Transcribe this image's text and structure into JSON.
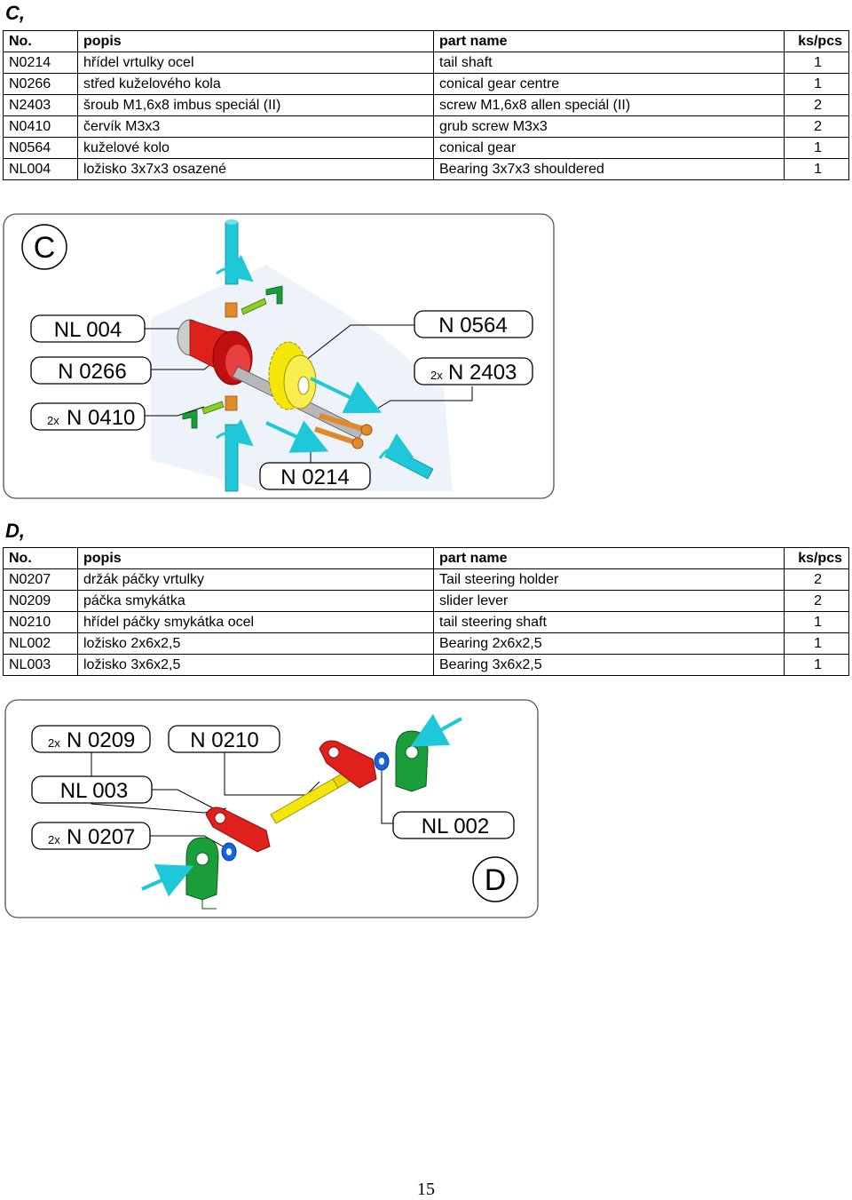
{
  "section_c": {
    "title": "C,",
    "headers": {
      "no": "No.",
      "popis": "popis",
      "part_name": "part name",
      "qty": "ks/pcs"
    },
    "rows": [
      {
        "no": "N0214",
        "popis": "hřídel vrtulky ocel",
        "part_name": "tail shaft",
        "qty": "1"
      },
      {
        "no": "N0266",
        "popis": "střed kuželového kola",
        "part_name": "conical gear centre",
        "qty": "1"
      },
      {
        "no": "N2403",
        "popis": "šroub M1,6x8 imbus speciál (II)",
        "part_name": "screw M1,6x8 allen speciál (II)",
        "qty": "2"
      },
      {
        "no": "N0410",
        "popis": "červík M3x3",
        "part_name": "grub screw M3x3",
        "qty": "2"
      },
      {
        "no": "N0564",
        "popis": "kuželové kolo",
        "part_name": "conical gear",
        "qty": "1"
      },
      {
        "no": "NL004",
        "popis": "ložisko 3x7x3 osazené",
        "part_name": "Bearing 3x7x3 shouldered",
        "qty": "1"
      }
    ],
    "diagram": {
      "badge": "C",
      "labels": {
        "nl004": "NL 004",
        "n0266": "N 0266",
        "n0410_prefix": "2x",
        "n0410": "N 0410",
        "n0564": "N 0564",
        "n2403_prefix": "2x",
        "n2403": "N 2403",
        "n0214": "N 0214"
      }
    }
  },
  "section_d": {
    "title": "D,",
    "headers": {
      "no": "No.",
      "popis": "popis",
      "part_name": "part name",
      "qty": "ks/pcs"
    },
    "rows": [
      {
        "no": "N0207",
        "popis": "držák páčky vrtulky",
        "part_name": "Tail steering holder",
        "qty": "2"
      },
      {
        "no": "N0209",
        "popis": "páčka smykátka",
        "part_name": "slider lever",
        "qty": "2"
      },
      {
        "no": "N0210",
        "popis": "hřídel páčky smykátka ocel",
        "part_name": "tail steering shaft",
        "qty": "1"
      },
      {
        "no": "NL002",
        "popis": "ložisko 2x6x2,5",
        "part_name": "Bearing 2x6x2,5",
        "qty": "1"
      },
      {
        "no": "NL003",
        "popis": "ložisko 3x6x2,5",
        "part_name": "Bearing 3x6x2,5",
        "qty": "1"
      }
    ],
    "diagram": {
      "badge": "D",
      "labels": {
        "n0209_prefix": "2x",
        "n0209": "N 0209",
        "n0210": "N 0210",
        "nl003": "NL 003",
        "n0207_prefix": "2x",
        "n0207": "N 0207",
        "nl002": "NL 002"
      }
    }
  },
  "colors": {
    "cyan": "#1ec8d8",
    "red": "#e0201c",
    "yellow": "#f5e60a",
    "orange": "#f05a14",
    "green": "#1a9e3a",
    "blue": "#1464e0",
    "screw_orange": "#e08a2a",
    "grub_green": "#8ad020"
  },
  "page_number": "15"
}
